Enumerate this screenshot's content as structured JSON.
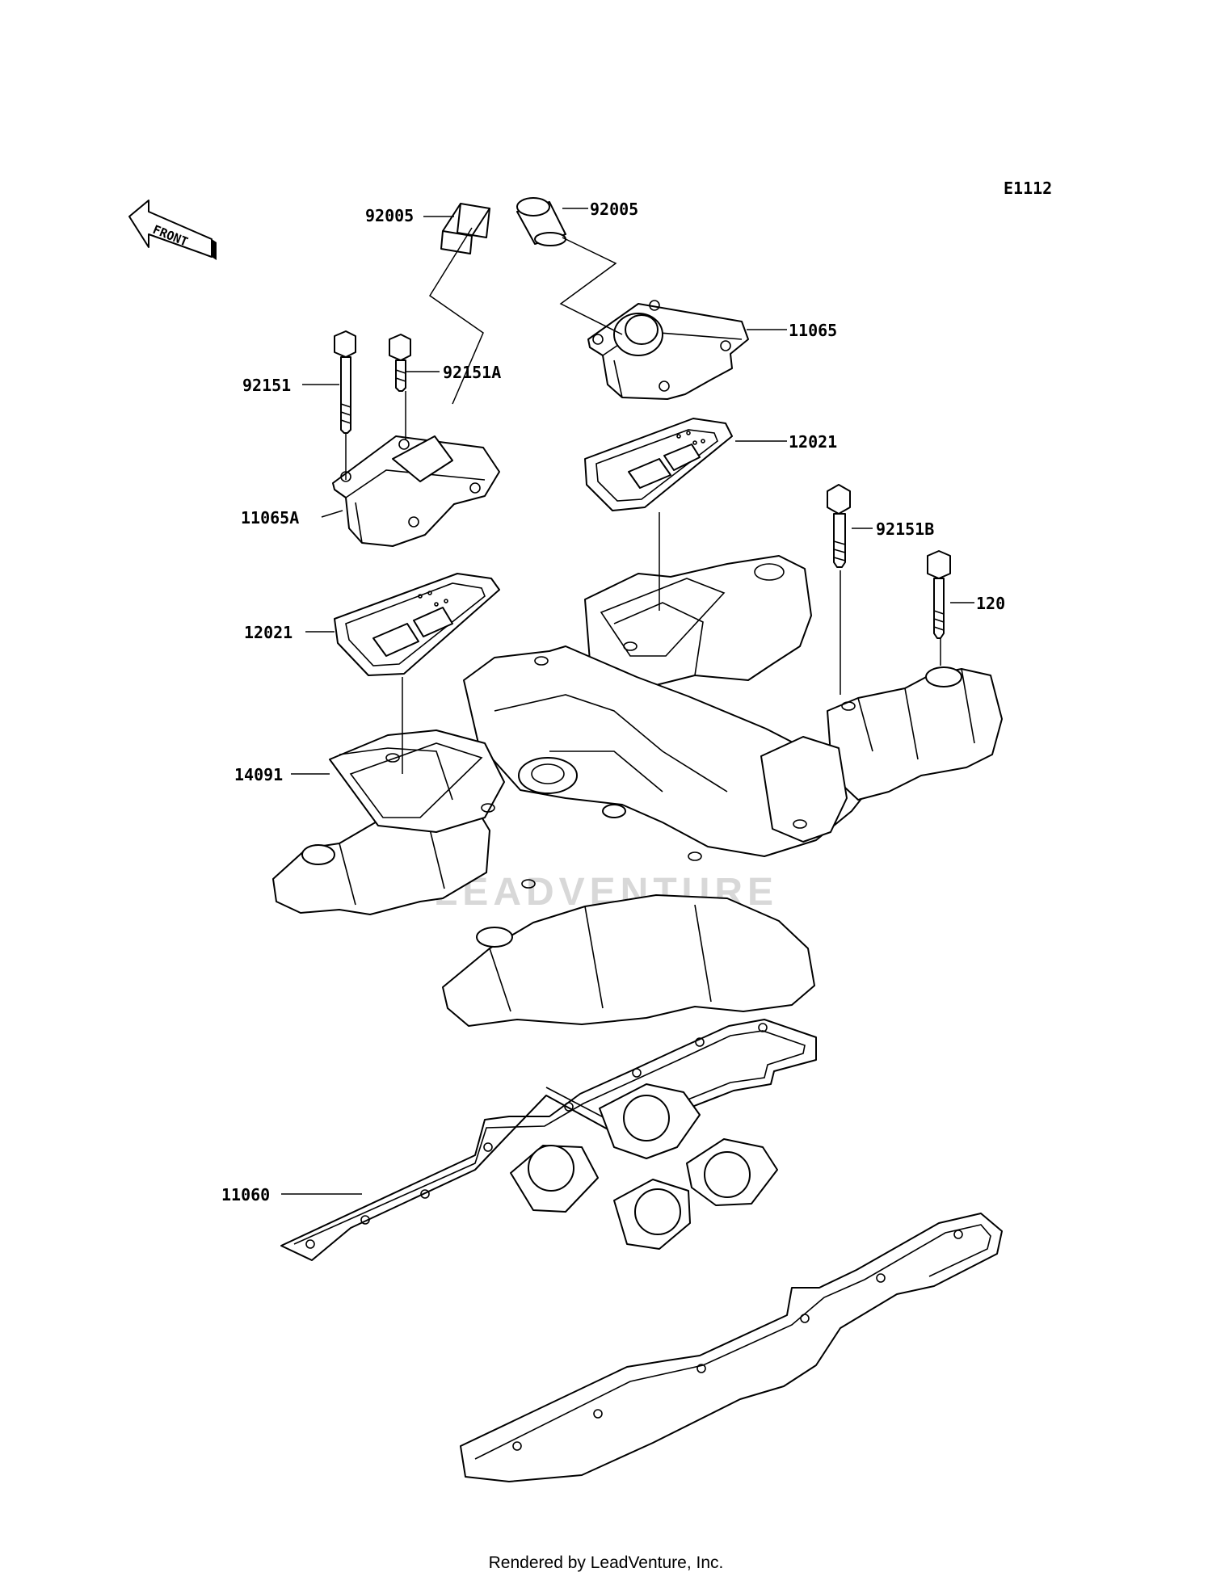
{
  "diagram": {
    "code": "E1112",
    "front_label": "FRONT",
    "watermark": "LEADVENTURE",
    "parts": [
      {
        "id": "p1",
        "number": "92005"
      },
      {
        "id": "p2",
        "number": "92005"
      },
      {
        "id": "p3",
        "number": "11065"
      },
      {
        "id": "p4",
        "number": "92151"
      },
      {
        "id": "p5",
        "number": "92151A"
      },
      {
        "id": "p6",
        "number": "12021"
      },
      {
        "id": "p7",
        "number": "11065A"
      },
      {
        "id": "p8",
        "number": "92151B"
      },
      {
        "id": "p9",
        "number": "120"
      },
      {
        "id": "p10",
        "number": "12021"
      },
      {
        "id": "p11",
        "number": "14091"
      },
      {
        "id": "p12",
        "number": "11060"
      }
    ]
  },
  "footer": {
    "text": "Rendered by LeadVenture, Inc."
  }
}
